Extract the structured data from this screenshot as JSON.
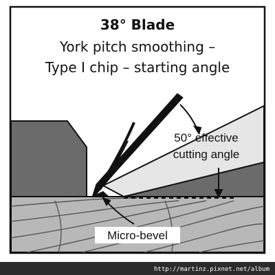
{
  "diagram": {
    "title": "38° Blade",
    "subtitle_line1": "York pitch smoothing –",
    "subtitle_line2": "Type I chip – starting angle",
    "label_angle_line1": "50° effective",
    "label_angle_line2": "cutting angle",
    "label_microbevel": "Micro-bevel"
  },
  "footer": {
    "credit": "http://martinz.pixnet.net/album"
  },
  "colors": {
    "frame": "#111111",
    "wood": "#b8b8b8",
    "wood_grain": "#555555",
    "plane_body": "#6b6b6b",
    "blade": "#6b6b6b",
    "blade_back": "#e6e6e6",
    "footer_bg": "#2b2b2b",
    "footer_text": "#ffffff"
  }
}
